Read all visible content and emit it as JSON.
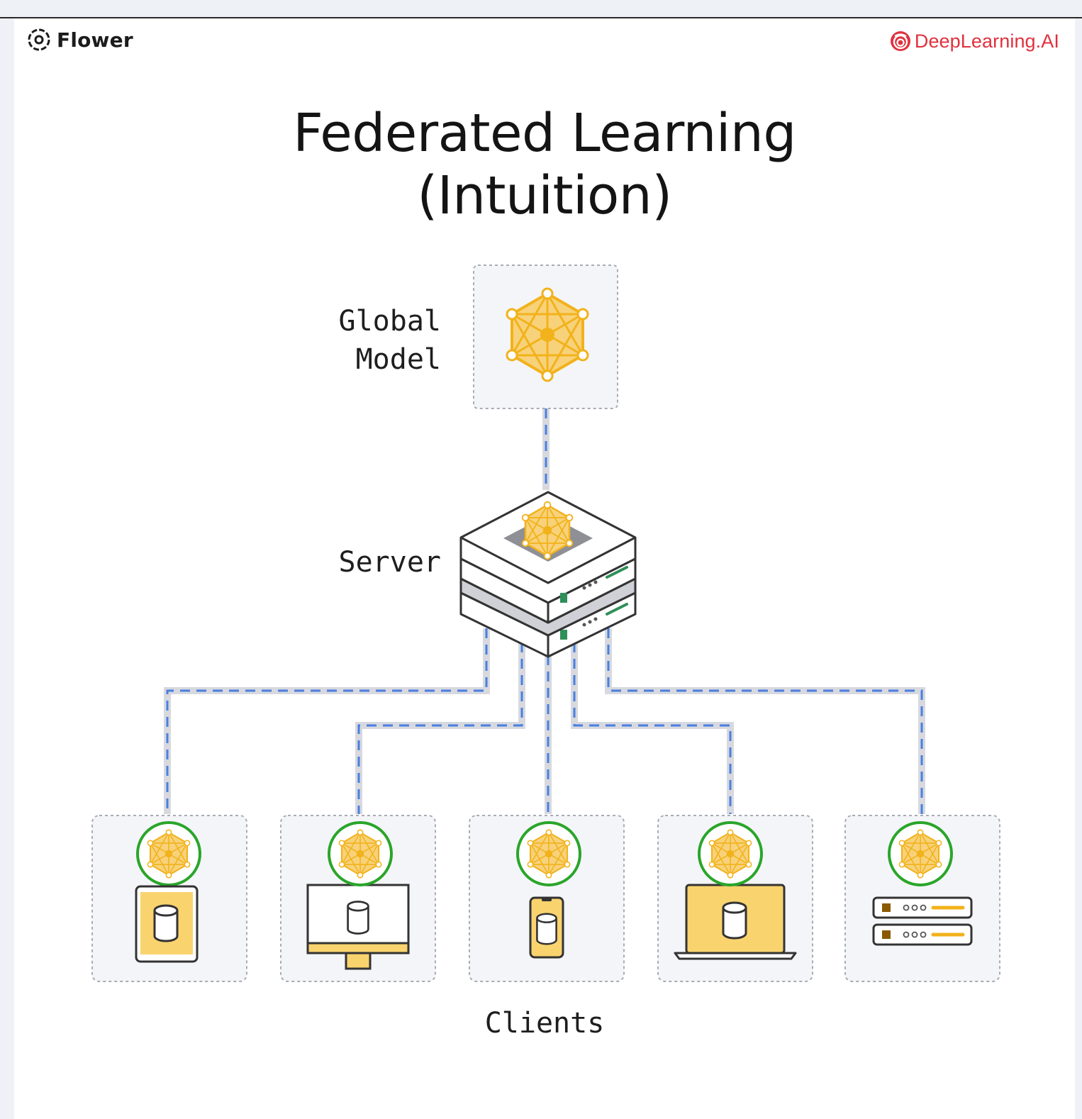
{
  "brand": {
    "left_name": "Flower",
    "left_logo_icon": "flower-logo-icon",
    "right_name": "DeepLearning.AI",
    "right_logo_icon": "deeplearning-ai-logo-icon"
  },
  "title": {
    "line1": "Federated Learning",
    "line2": "(Intuition)"
  },
  "labels": {
    "global_model_line1": "Global",
    "global_model_line2": "Model",
    "server": "Server",
    "clients": "Clients"
  },
  "diagram": {
    "global_model_icon": "neural-network-icon",
    "server_icon": "server-stack-icon",
    "clients": [
      {
        "device_icon": "tablet-icon",
        "model_icon": "neural-network-icon"
      },
      {
        "device_icon": "desktop-monitor-icon",
        "model_icon": "neural-network-icon"
      },
      {
        "device_icon": "smartphone-icon",
        "model_icon": "neural-network-icon"
      },
      {
        "device_icon": "laptop-icon",
        "model_icon": "neural-network-icon"
      },
      {
        "device_icon": "server-rack-icon",
        "model_icon": "neural-network-icon"
      }
    ]
  },
  "colors": {
    "model_gold": "#f2b21b",
    "model_fill": "#f8d27a",
    "connector_blue": "#4a7fe0",
    "connector_track": "#d7d9de",
    "client_ring_green": "#2aa52a",
    "device_fill": "#f9d36e",
    "panel_bg": "#f4f5f8",
    "panel_border": "#a8acb4",
    "server_led_green": "#2f8f5a",
    "brand_red": "#e0313e"
  }
}
